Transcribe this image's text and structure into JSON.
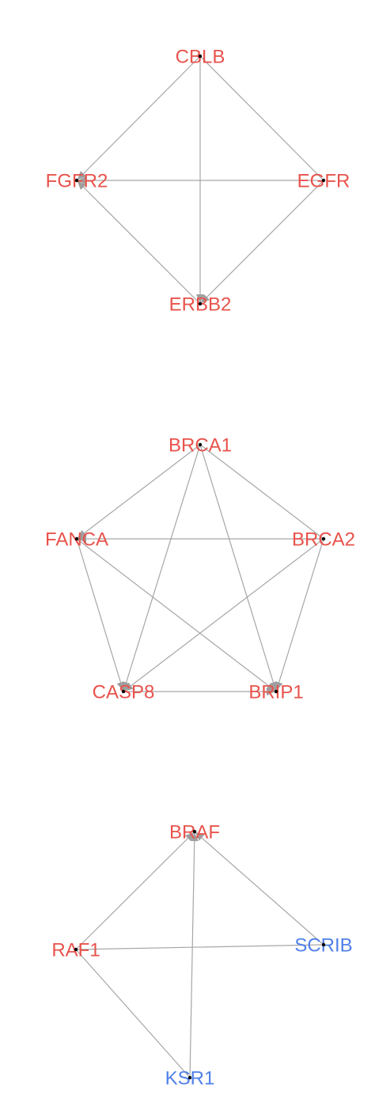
{
  "colors": {
    "red": "#e8534c",
    "blue": "#4f80e8",
    "edge": "#a6a6a6"
  },
  "networks": [
    {
      "nodes": [
        {
          "id": "CBLB",
          "label": "CBLB",
          "color": "red"
        },
        {
          "id": "FGFR2",
          "label": "FGFR2",
          "color": "red"
        },
        {
          "id": "EGFR",
          "label": "EGFR",
          "color": "red"
        },
        {
          "id": "ERBB2",
          "label": "ERBB2",
          "color": "red"
        }
      ],
      "edges": [
        {
          "from": "CBLB",
          "to": "FGFR2",
          "arrow": true
        },
        {
          "from": "CBLB",
          "to": "EGFR",
          "arrow": false
        },
        {
          "from": "CBLB",
          "to": "ERBB2",
          "arrow": true
        },
        {
          "from": "EGFR",
          "to": "FGFR2",
          "arrow": true
        },
        {
          "from": "EGFR",
          "to": "ERBB2",
          "arrow": true
        },
        {
          "from": "ERBB2",
          "to": "FGFR2",
          "arrow": true
        }
      ]
    },
    {
      "nodes": [
        {
          "id": "BRCA1",
          "label": "BRCA1",
          "color": "red"
        },
        {
          "id": "FANCA",
          "label": "FANCA",
          "color": "red"
        },
        {
          "id": "BRCA2",
          "label": "BRCA2",
          "color": "red"
        },
        {
          "id": "CASP8",
          "label": "CASP8",
          "color": "red"
        },
        {
          "id": "BRIP1",
          "label": "BRIP1",
          "color": "red"
        }
      ],
      "edges": [
        {
          "from": "BRCA1",
          "to": "FANCA",
          "arrow": true
        },
        {
          "from": "BRCA1",
          "to": "BRCA2",
          "arrow": false
        },
        {
          "from": "BRCA1",
          "to": "CASP8",
          "arrow": true
        },
        {
          "from": "BRCA1",
          "to": "BRIP1",
          "arrow": true
        },
        {
          "from": "BRCA2",
          "to": "FANCA",
          "arrow": true
        },
        {
          "from": "BRCA2",
          "to": "CASP8",
          "arrow": true
        },
        {
          "from": "BRCA2",
          "to": "BRIP1",
          "arrow": true
        },
        {
          "from": "FANCA",
          "to": "CASP8",
          "arrow": true
        },
        {
          "from": "FANCA",
          "to": "BRIP1",
          "arrow": true
        },
        {
          "from": "CASP8",
          "to": "BRIP1",
          "arrow": true
        }
      ]
    },
    {
      "nodes": [
        {
          "id": "BRAF",
          "label": "BRAF",
          "color": "red"
        },
        {
          "id": "RAF1",
          "label": "RAF1",
          "color": "red"
        },
        {
          "id": "SCRIB",
          "label": "SCRIB",
          "color": "blue"
        },
        {
          "id": "KSR1",
          "label": "KSR1",
          "color": "blue"
        }
      ],
      "edges": [
        {
          "from": "RAF1",
          "to": "BRAF",
          "arrow": true
        },
        {
          "from": "SCRIB",
          "to": "BRAF",
          "arrow": true
        },
        {
          "from": "KSR1",
          "to": "BRAF",
          "arrow": true
        },
        {
          "from": "SCRIB",
          "to": "RAF1",
          "arrow": false
        },
        {
          "from": "KSR1",
          "to": "RAF1",
          "arrow": false
        }
      ]
    }
  ]
}
